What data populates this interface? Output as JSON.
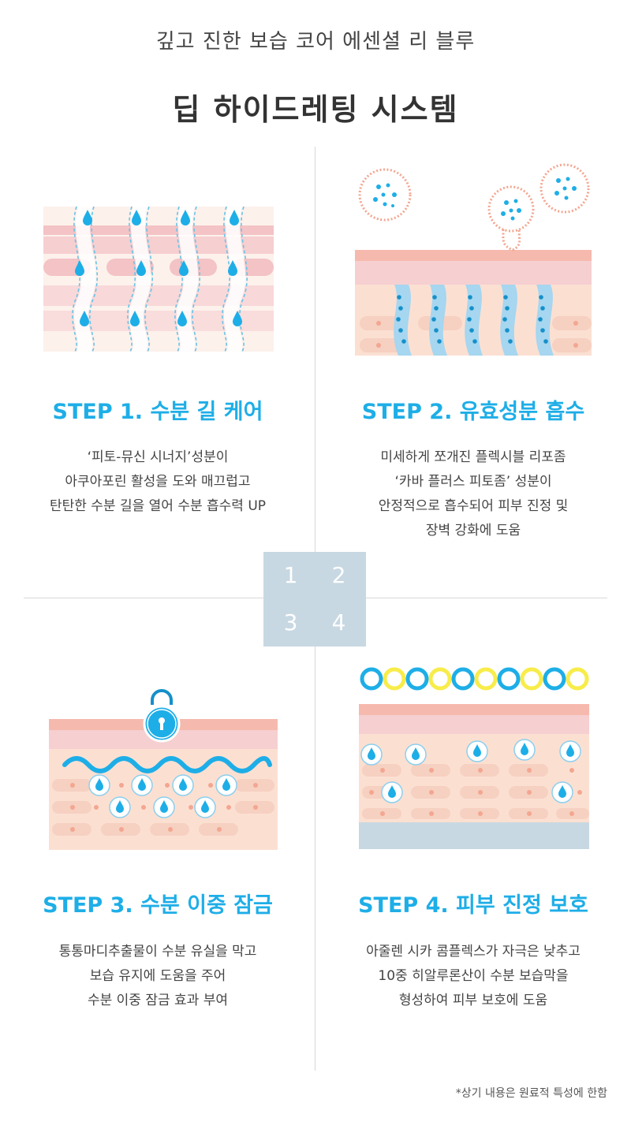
{
  "header": {
    "subtitle": "깊고 진한 보습 코어 에센셜 리 블루",
    "title": "딥 하이드레팅 시스템"
  },
  "steps": [
    {
      "title": "STEP 1. 수분 길 케어",
      "lines": [
        "‘피토-뮤신 시너지’성분이",
        "아쿠아포린 활성을 도와 매끄럽고",
        "탄탄한 수분 길을 열어 수분 흡수력 UP"
      ]
    },
    {
      "title": "STEP 2. 유효성분 흡수",
      "lines": [
        "미세하게 쪼개진 플렉시블 리포좀",
        "‘카바 플러스 피토좀’ 성분이",
        "안정적으로 흡수되어 피부 진정 및",
        "장벽 강화에 도움"
      ]
    },
    {
      "title": "STEP 3. 수분 이중 잠금",
      "lines": [
        "통통마디추출물이 수분 유실을 막고",
        "보습 유지에 도움을 주어",
        "수분 이중 잠금 효과 부여"
      ]
    },
    {
      "title": "STEP 4. 피부 진정 보호",
      "lines": [
        "아줄렌 시카 콤플렉스가 자극은 낮추고",
        "10중 히알루론산이 수분 보습막을",
        "형성하여 피부 보호에 도움"
      ]
    }
  ],
  "numbers": [
    "1",
    "2",
    "3",
    "4"
  ],
  "footnote": "*상기 내용은 원료적 특성에 한함",
  "colors": {
    "accent": "#1eaee7",
    "divider": "#d8d8d8",
    "number_box": "#c7d8e2",
    "skin_pink": "#f6c9c9",
    "skin_peach": "#fbe0d2",
    "yellow_ring": "#f8ec4a"
  }
}
